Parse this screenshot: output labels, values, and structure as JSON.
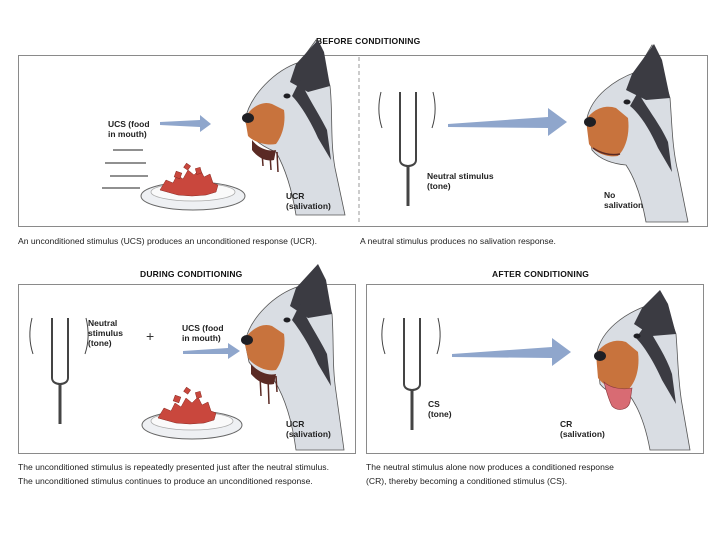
{
  "headings": {
    "before": "BEFORE CONDITIONING",
    "during": "DURING CONDITIONING",
    "after": "AFTER CONDITIONING"
  },
  "labels": {
    "ucs_food_1": "UCS (food\nin mouth)",
    "ucr_1": "UCR\n(salivation)",
    "neutral_1": "Neutral stimulus\n(tone)",
    "no_salivation": "No\nsalivation",
    "neutral_2": "Neutral\nstimulus\n(tone)",
    "plus": "+",
    "ucs_food_2": "UCS (food\nin mouth)",
    "ucr_2": "UCR\n(salivation)",
    "cs": "CS\n(tone)",
    "cr": "CR\n(salivation)"
  },
  "captions": {
    "top_left": "An unconditioned stimulus (UCS) produces an unconditioned response (UCR).",
    "top_right": "A neutral stimulus produces no salivation response.",
    "bottom_left_1": "The unconditioned stimulus is repeatedly presented just after the neutral stimulus.",
    "bottom_left_2": "The unconditioned stimulus continues to produce an unconditioned response.",
    "bottom_right_1": "The neutral stimulus alone now produces a conditioned response",
    "bottom_right_2": "(CR), thereby becoming a conditioned stimulus (CS)."
  },
  "colors": {
    "arrow": "#8fa6cc",
    "dog_dark": "#3b3b42",
    "dog_tan": "#c8733d",
    "dog_light": "#d9dde3",
    "food": "#c9473d",
    "saliva": "#5a2a24",
    "tongue": "#d86b73"
  }
}
